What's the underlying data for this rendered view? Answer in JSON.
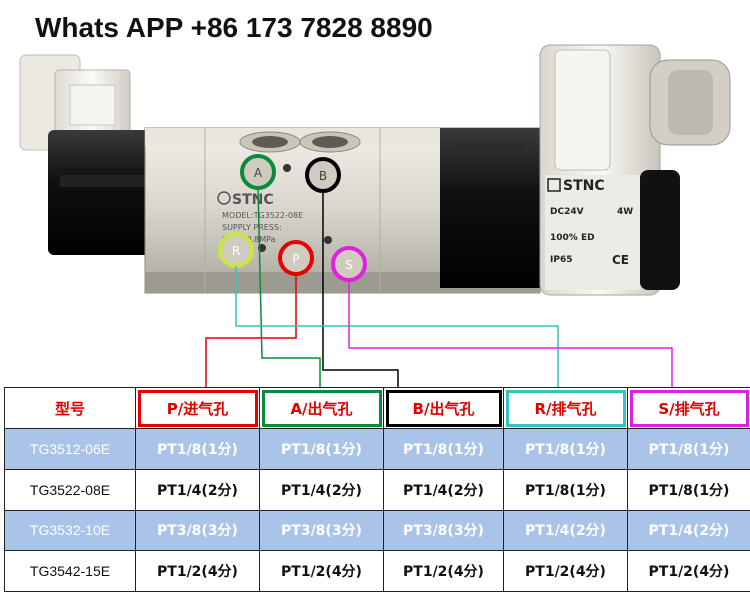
{
  "contact": "Whats APP +86 173 7828 8890",
  "valve": {
    "brand": "STNC",
    "body_text": [
      "MODEL:TG3522-08E",
      "SUPPLY PRESS:",
      "0.15~0.8MPa"
    ],
    "coil_brand": "STNC",
    "coil_voltage": "DC24V",
    "coil_power": "4W",
    "coil_duty": "100% ED",
    "coil_ip": "IP65",
    "coil_mark": "CE",
    "ports": {
      "A": "A",
      "B": "B",
      "R": "R",
      "P": "P",
      "S": "S"
    },
    "port_colors": {
      "A": "#0a8a3a",
      "B": "#000000",
      "R": "#33c4c0",
      "P": "#e60000",
      "S": "#e020e0"
    }
  },
  "table": {
    "headers": [
      "型号",
      "P/进气孔",
      "A/出气孔",
      "B/出气孔",
      "R/排气孔",
      "S/排气孔"
    ],
    "rows": [
      [
        "TG3512-06E",
        "PT1/8(1分)",
        "PT1/8(1分)",
        "PT1/8(1分)",
        "PT1/8(1分)",
        "PT1/8(1分)"
      ],
      [
        "TG3522-08E",
        "PT1/4(2分)",
        "PT1/4(2分)",
        "PT1/4(2分)",
        "PT1/8(1分)",
        "PT1/8(1分)"
      ],
      [
        "TG3532-10E",
        "PT3/8(3分)",
        "PT3/8(3分)",
        "PT3/8(3分)",
        "PT1/4(2分)",
        "PT1/4(2分)"
      ],
      [
        "TG3542-15E",
        "PT1/2(4分)",
        "PT1/2(4分)",
        "PT1/2(4分)",
        "PT1/2(4分)",
        "PT1/2(4分)"
      ]
    ]
  }
}
